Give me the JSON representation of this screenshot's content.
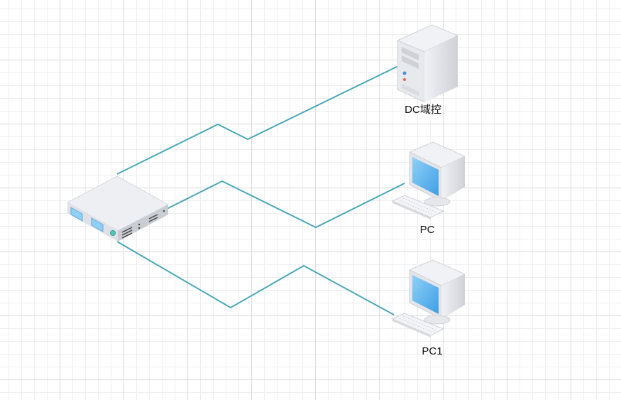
{
  "colors": {
    "link": "#4aa9b8",
    "screen": "#5fb7ee",
    "case": "#e4e5ea"
  },
  "nodes": {
    "switch": {
      "icon": "switch-icon"
    },
    "dc": {
      "icon": "server-tower-icon",
      "label": "DC域控"
    },
    "pc": {
      "icon": "desktop-computer-icon",
      "label": "PC"
    },
    "pc1": {
      "icon": "desktop-computer-icon",
      "label": "PC1"
    }
  }
}
